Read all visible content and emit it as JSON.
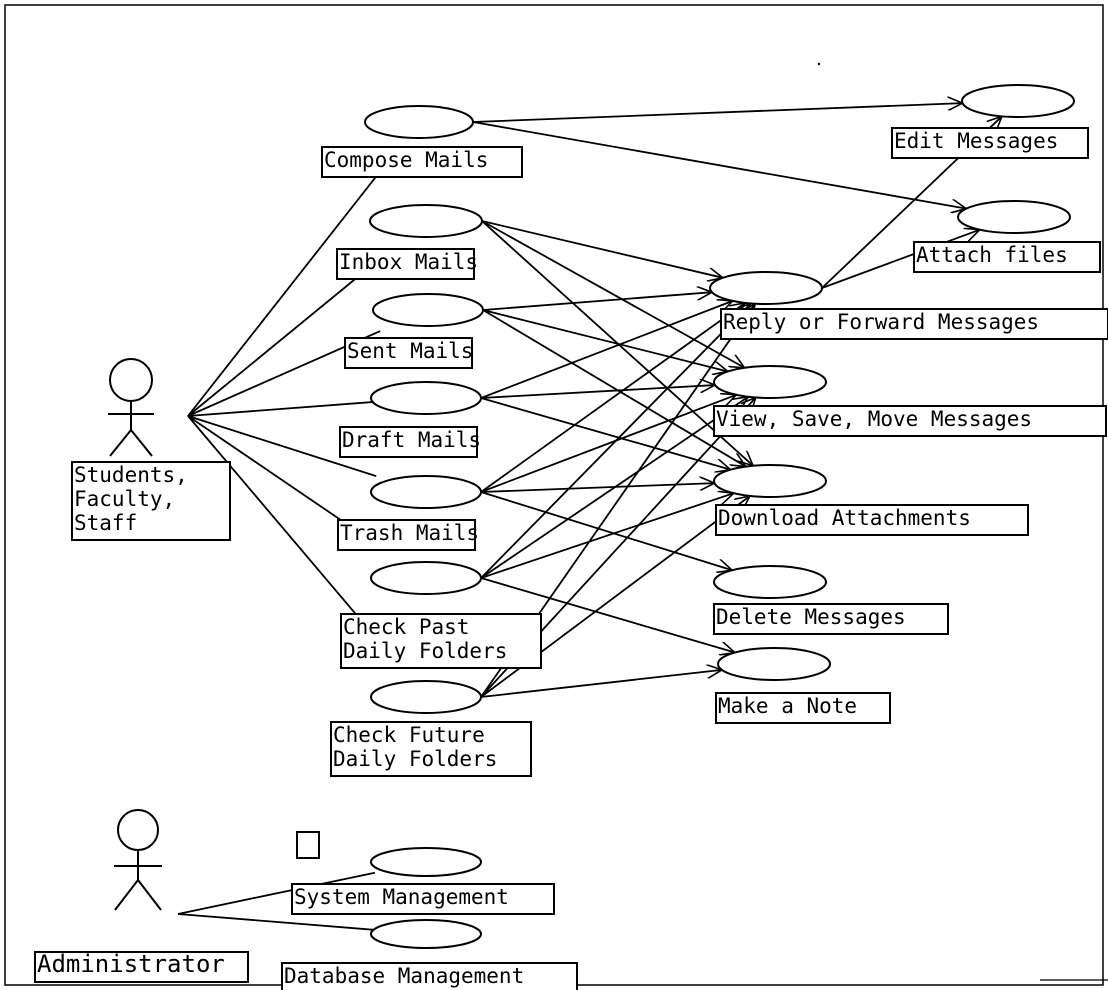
{
  "actors": {
    "users": "Students,\nFaculty,\nStaff",
    "admin": "Administrator"
  },
  "use_cases": {
    "compose": "Compose Mails",
    "inbox": "Inbox Mails",
    "sent": "Sent Mails",
    "draft": "Draft Mails",
    "trash": "Trash Mails",
    "past": "Check Past\nDaily Folders",
    "future": "Check Future\nDaily Folders",
    "edit": "Edit Messages",
    "attach": "Attach files",
    "reply": "Reply or Forward Messages",
    "view": "View, Save, Move Messages",
    "download": "Download Attachments",
    "delete": "Delete Messages",
    "note": "Make a Note",
    "sysmgmt": "System Management",
    "dbmgmt": "Database Management"
  },
  "relations": {
    "users": [
      "compose",
      "inbox",
      "sent",
      "draft",
      "trash",
      "past",
      "future"
    ],
    "admin": [
      "sysmgmt",
      "dbmgmt"
    ],
    "compose": [
      "edit",
      "attach"
    ],
    "reply": [
      "edit",
      "attach"
    ],
    "inbox": [
      "reply",
      "view",
      "download"
    ],
    "sent": [
      "reply",
      "view",
      "download"
    ],
    "draft": [
      "reply",
      "view",
      "download"
    ],
    "trash": [
      "reply",
      "view",
      "download",
      "delete"
    ],
    "past": [
      "reply",
      "view",
      "download",
      "note"
    ],
    "future": [
      "reply",
      "view",
      "download",
      "note"
    ]
  }
}
